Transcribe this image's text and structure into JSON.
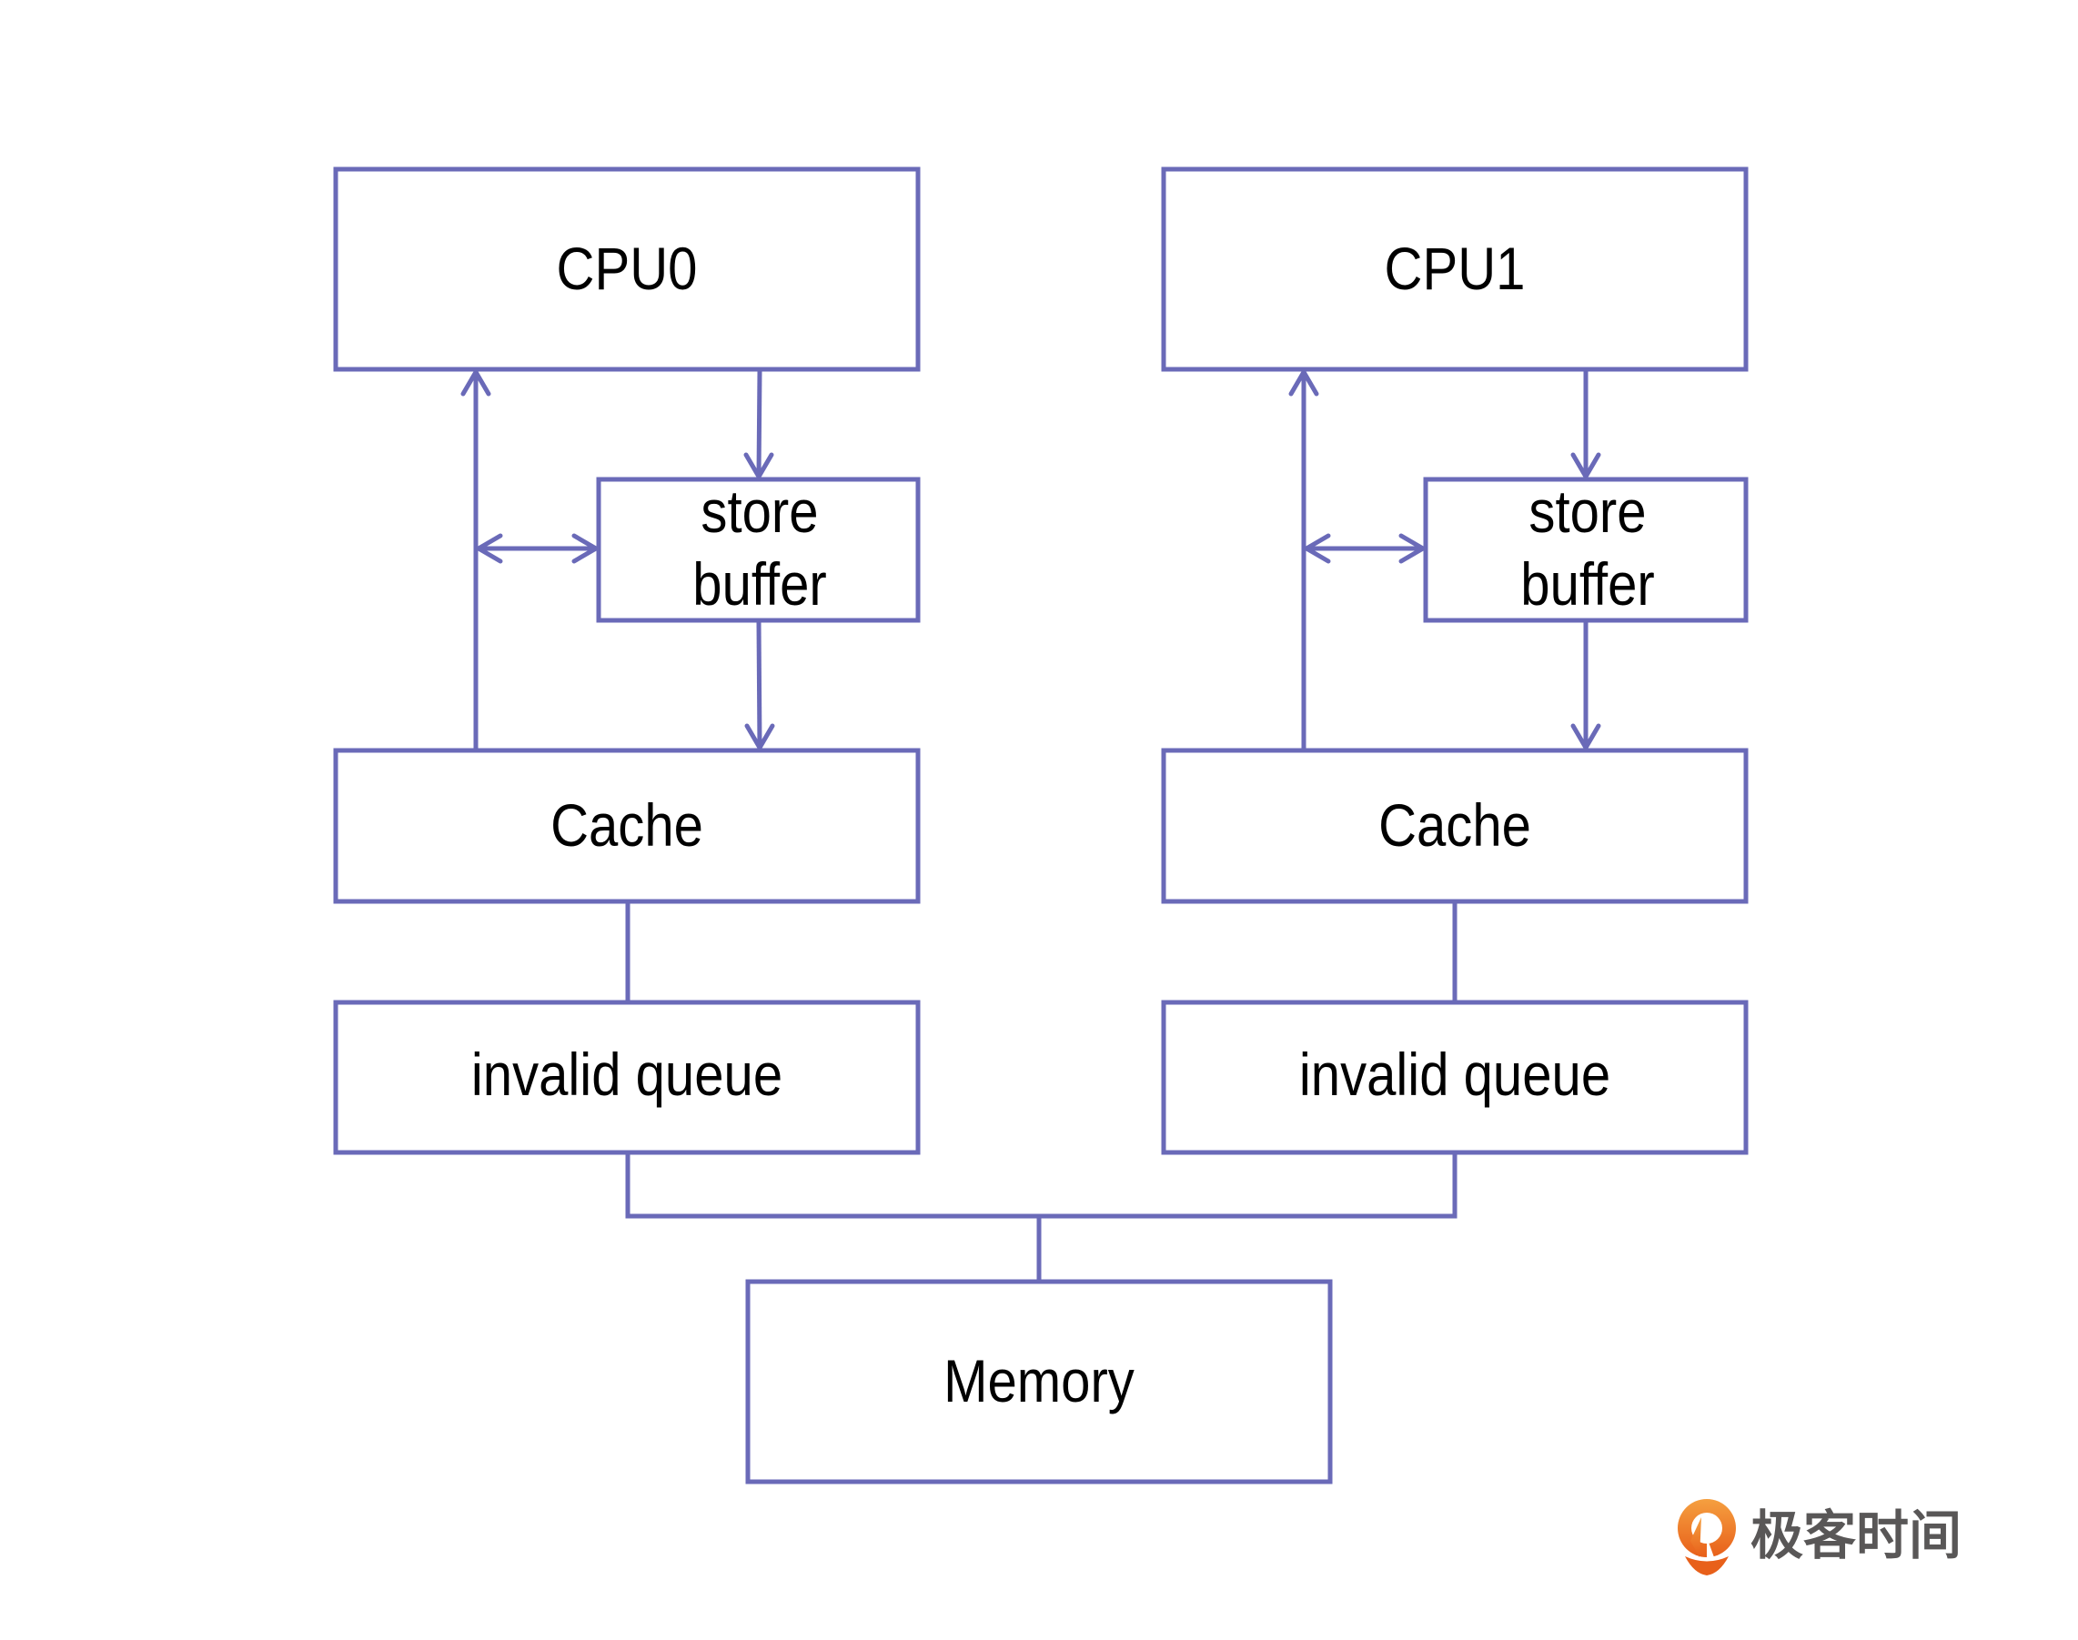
{
  "diagram": {
    "title": "CPU store buffer and invalid queue architecture",
    "colors": {
      "stroke": "#6a6ab8",
      "text": "#000000",
      "background": "#ffffff"
    },
    "nodes": {
      "cpu0": {
        "label": "CPU0"
      },
      "store_buffer0": {
        "line1": "store",
        "line2": "buffer"
      },
      "cache0": {
        "label": "Cache"
      },
      "invalid_queue0": {
        "label": "invalid queue"
      },
      "cpu1": {
        "label": "CPU1"
      },
      "store_buffer1": {
        "line1": "store",
        "line2": "buffer"
      },
      "cache1": {
        "label": "Cache"
      },
      "invalid_queue1": {
        "label": "invalid queue"
      },
      "memory": {
        "label": "Memory"
      }
    },
    "edges": [
      {
        "from": "cache0",
        "to": "cpu0",
        "type": "arrow"
      },
      {
        "from": "cpu0",
        "to": "store_buffer0",
        "type": "arrow"
      },
      {
        "from": "store_buffer0",
        "to": "cache0",
        "type": "arrow"
      },
      {
        "from": "cache0-cpu0-path",
        "to": "store_buffer0",
        "type": "double-arrow"
      },
      {
        "from": "cache0",
        "to": "invalid_queue0",
        "type": "line"
      },
      {
        "from": "cache1",
        "to": "cpu1",
        "type": "arrow"
      },
      {
        "from": "cpu1",
        "to": "store_buffer1",
        "type": "arrow"
      },
      {
        "from": "store_buffer1",
        "to": "cache1",
        "type": "arrow"
      },
      {
        "from": "cache1-cpu1-path",
        "to": "store_buffer1",
        "type": "double-arrow"
      },
      {
        "from": "cache1",
        "to": "invalid_queue1",
        "type": "line"
      },
      {
        "from": "invalid_queue0",
        "to": "memory",
        "type": "bus"
      },
      {
        "from": "invalid_queue1",
        "to": "memory",
        "type": "bus"
      }
    ]
  },
  "watermark": {
    "brand_text": "极客时间",
    "icon": "geektime-logo-icon",
    "colors": {
      "icon": "#f07a1e",
      "text": "#595757"
    }
  }
}
